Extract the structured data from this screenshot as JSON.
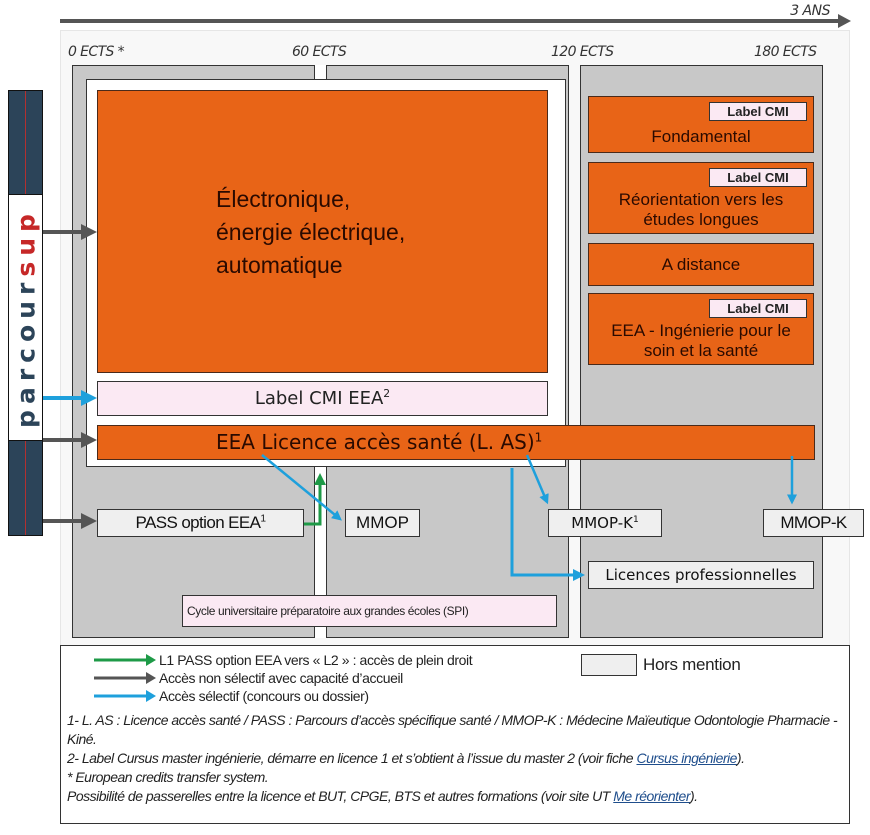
{
  "timeline": {
    "duration_label": "3 ANS"
  },
  "ects_markers": [
    "0 ECTS *",
    "60 ECTS",
    "120 ECTS",
    "180 ECTS"
  ],
  "parcoursup": {
    "letters": [
      {
        "ch": "p",
        "c": "dark"
      },
      {
        "ch": "a",
        "c": "dark"
      },
      {
        "ch": "r",
        "c": "dark"
      },
      {
        "ch": "c",
        "c": "dark"
      },
      {
        "ch": "o",
        "c": "dark"
      },
      {
        "ch": "u",
        "c": "dark"
      },
      {
        "ch": "r",
        "c": "dark"
      },
      {
        "ch": "s",
        "c": "red"
      },
      {
        "ch": "u",
        "c": "red"
      },
      {
        "ch": "p",
        "c": "red"
      }
    ]
  },
  "main_program": {
    "lines": [
      "Électronique,",
      "énergie électrique,",
      "automatique"
    ]
  },
  "label_cmi_eea": {
    "text": "Label CMI EEA",
    "sup": "2"
  },
  "las": {
    "text": "EEA Licence accès santé (L. AS)",
    "sup": "1"
  },
  "tracks": [
    {
      "badge": "Label CMI",
      "title": "Fondamental"
    },
    {
      "badge": "Label CMI",
      "title": "Réorientation vers les études longues"
    },
    {
      "badge": null,
      "title": "A distance"
    },
    {
      "badge": "Label CMI",
      "title": "EEA - Ingénierie pour le soin et la santé"
    }
  ],
  "boxes": {
    "pass": {
      "text": "PASS option EEA",
      "sup": "1"
    },
    "mmop": {
      "text": "MMOP"
    },
    "mmopk1": {
      "text": "MMOP-K",
      "sup": "1"
    },
    "mmopk": {
      "text": "MMOP-K"
    },
    "licpro": {
      "text": "Licences professionnelles"
    },
    "cycle": {
      "text": "Cycle universitaire préparatoire aux grandes écoles (SPI)"
    }
  },
  "colors": {
    "orange": "#e86417",
    "green": "#1e9a47",
    "grey_arrow": "#555555",
    "blue": "#1ea0dc",
    "pink": "#fbe9f3",
    "column": "#c8c8c8"
  },
  "legend": {
    "items": [
      {
        "color": "green",
        "text": "L1 PASS option EEA vers « L2 » : accès de plein droit"
      },
      {
        "color": "grey",
        "text": "Accès non sélectif avec capacité d’accueil"
      },
      {
        "color": "blue",
        "text": "Accès sélectif (concours ou dossier)"
      }
    ],
    "hors_mention": "Hors mention"
  },
  "notes": {
    "n1": "1- L. AS : Licence accès santé / PASS : Parcours d’accès spécifique santé / MMOP-K : Médecine Maïeutique Odontologie Pharmacie - Kiné.",
    "n2_pre": "2- Label Cursus master ingénierie, démarre en licence 1 et s’obtient à l’issue du master 2 (voir fiche ",
    "n2_link": "Cursus ingénierie",
    "n2_post": ").",
    "n3": "* European credits transfer system.",
    "n4_pre": "Possibilité de passerelles entre la licence et BUT, CPGE, BTS et autres formations (voir site UT ",
    "n4_link": "Me réorienter",
    "n4_post": ")."
  }
}
